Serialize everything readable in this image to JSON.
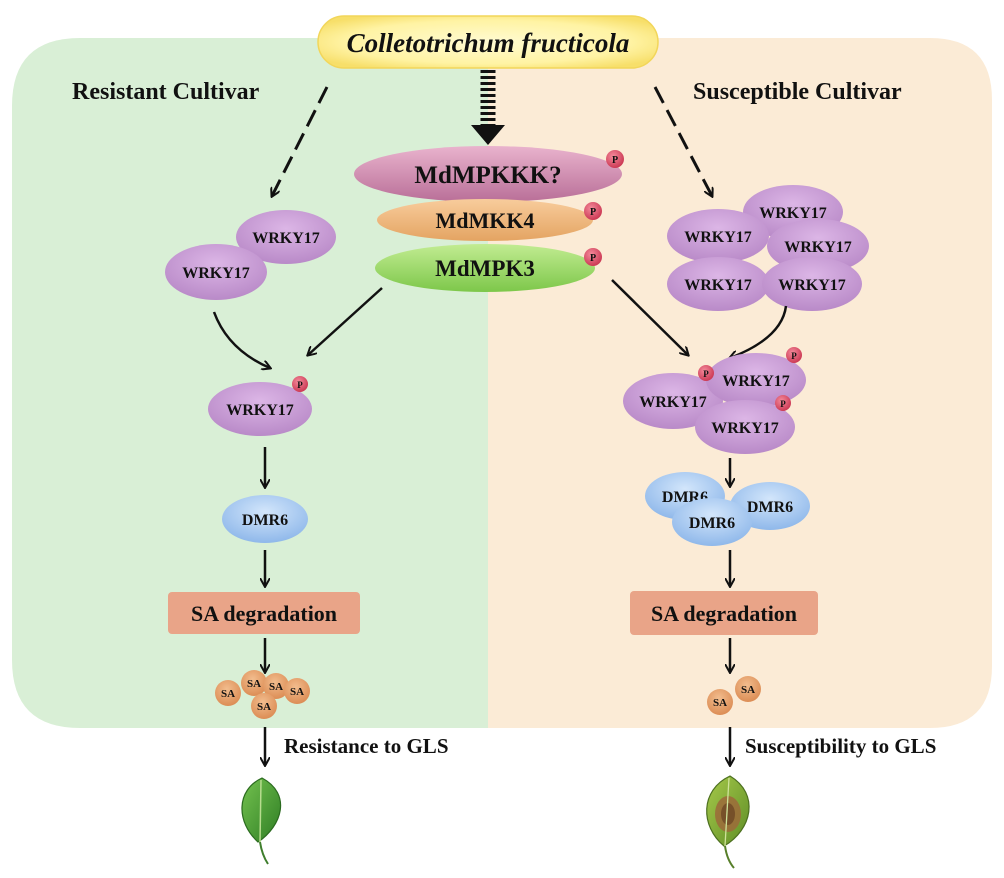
{
  "pathogen": "Colletotrichum fructicola",
  "left_panel": {
    "title": "Resistant Cultivar",
    "wrky_label": "WRKY17",
    "dmr_label": "DMR6",
    "sa_degradation": "SA degradation",
    "sa_label": "SA",
    "outcome": "Resistance to GLS"
  },
  "right_panel": {
    "title": "Susceptible Cultivar",
    "wrky_label": "WRKY17",
    "dmr_label": "DMR6",
    "sa_degradation": "SA degradation",
    "sa_label": "SA",
    "outcome": "Susceptibility to GLS"
  },
  "kinase_cascade": {
    "mapkkk": "MdMPKKK?",
    "mkk": "MdMKK4",
    "mpk": "MdMPK3",
    "phospho_label": "P"
  },
  "colors": {
    "resistant_bg": "#d9efd6",
    "susceptible_bg": "#fbebd6",
    "wrky": "#c99bd6",
    "dmr": "#aecdf2",
    "sa_box": "#e9a488",
    "sa_circle": "#e8a06a",
    "phospho": "#e0506a",
    "pathogen_bg": "#fff7b0"
  }
}
